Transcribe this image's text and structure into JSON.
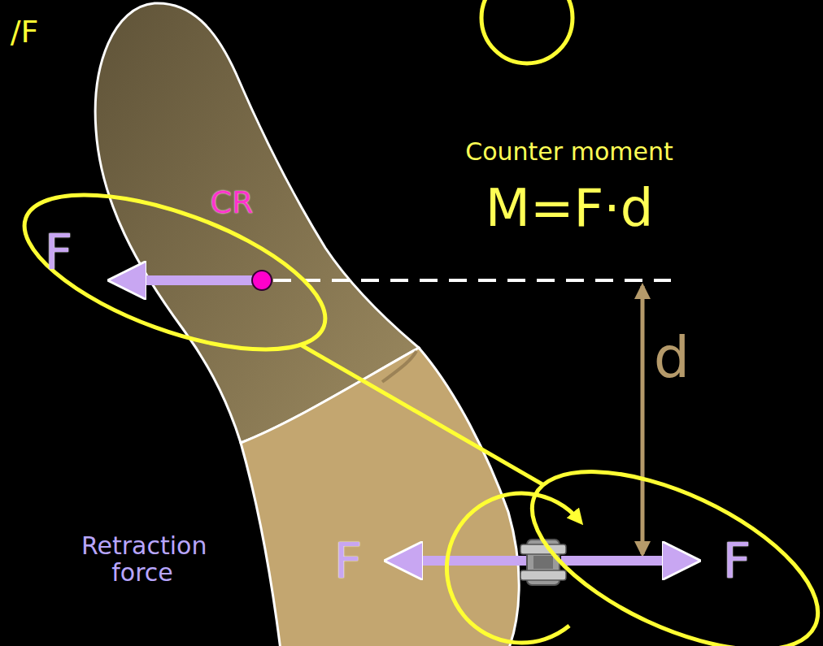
{
  "diagram": {
    "nodes": [
      {
        "text": [
          "F"
        ]
      },
      {
        "text": [
          "F"
        ]
      }
    ],
    "edges": [
      {
        "from": 0,
        "to": 1,
        "arrow": "none"
      }
    ],
    "labels": [
      "/F",
      "Counter moment",
      "M=F·d",
      "CR",
      "d",
      "Retraction force",
      "F"
    ]
  }
}
